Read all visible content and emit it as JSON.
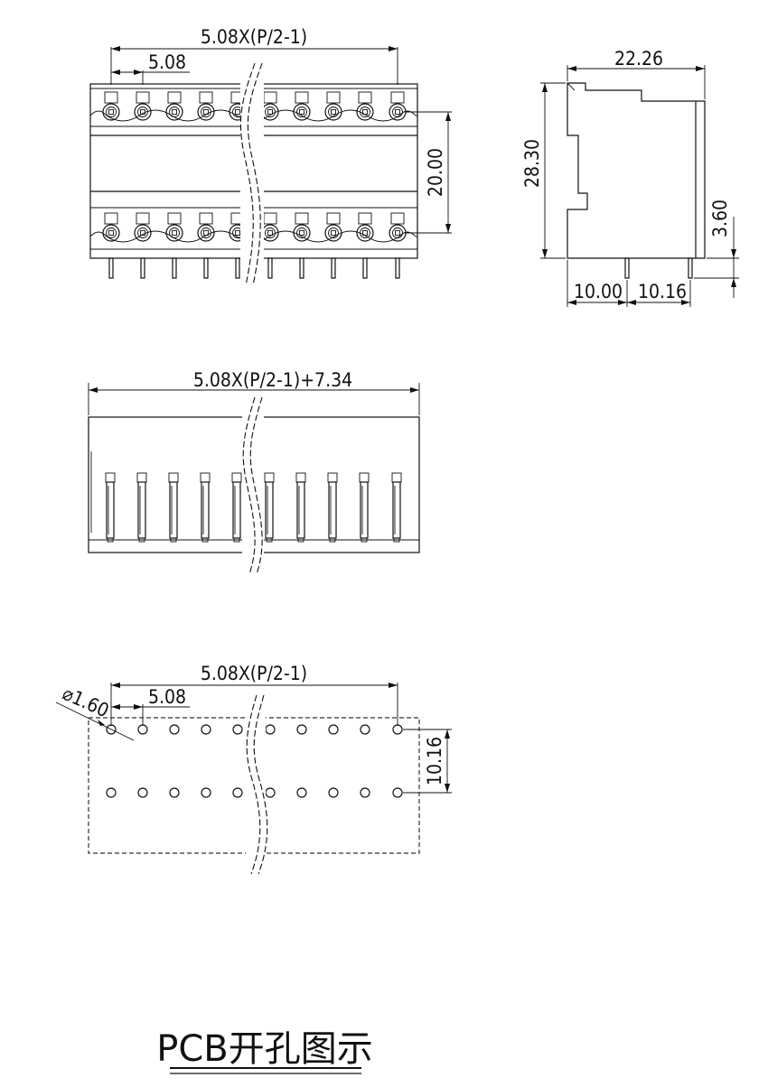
{
  "views": {
    "top": {
      "pitch_span_label": "5.08X(P/2-1)",
      "pitch_label": "5.08",
      "row_spacing_label": "20.00"
    },
    "side": {
      "height_label": "28.30",
      "depth_label": "22.26",
      "pin_length_label": "3.60",
      "front_offset_label": "10.00",
      "pin_spacing_label": "10.16"
    },
    "front": {
      "overall_width_label": "5.08X(P/2-1)+7.34"
    },
    "pcb": {
      "hole_diameter_label": "⌀1.60",
      "pitch_span_label": "5.08X(P/2-1)",
      "pitch_label": "5.08",
      "row_spacing_label": "10.16"
    }
  },
  "title": "PCB开孔图示"
}
